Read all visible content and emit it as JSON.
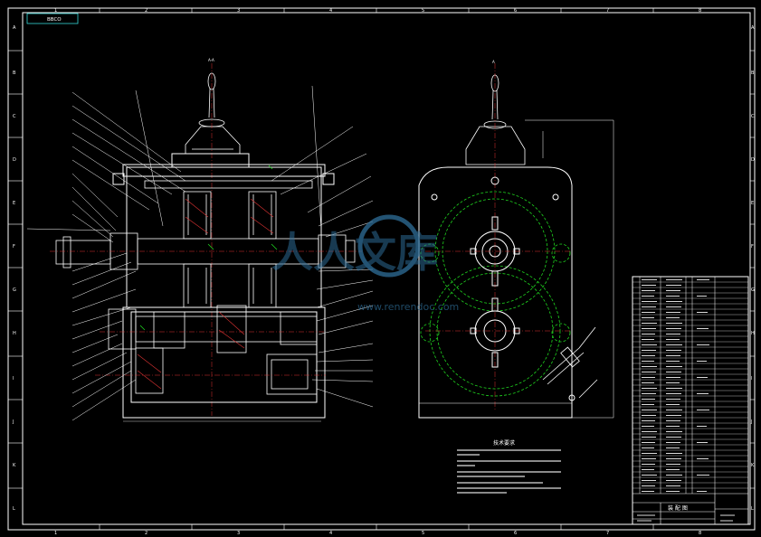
{
  "drawing": {
    "top_left_tag": "BBCO",
    "border_col_numbers": [
      "1",
      "2",
      "3",
      "4",
      "5",
      "6",
      "7",
      "8"
    ],
    "border_row_letters": [
      "A",
      "B",
      "C",
      "D",
      "E",
      "F",
      "G",
      "H",
      "I",
      "J",
      "K",
      "L"
    ],
    "section_labels": {
      "top_view_marker": "A-A",
      "side_view_marker": "A"
    },
    "tech_req": {
      "title": "技术要求"
    },
    "watermark": {
      "text": "人人文库",
      "subtext": "www.renrendoc.com"
    },
    "title_block": {
      "title_cell": "装 配 图"
    }
  }
}
